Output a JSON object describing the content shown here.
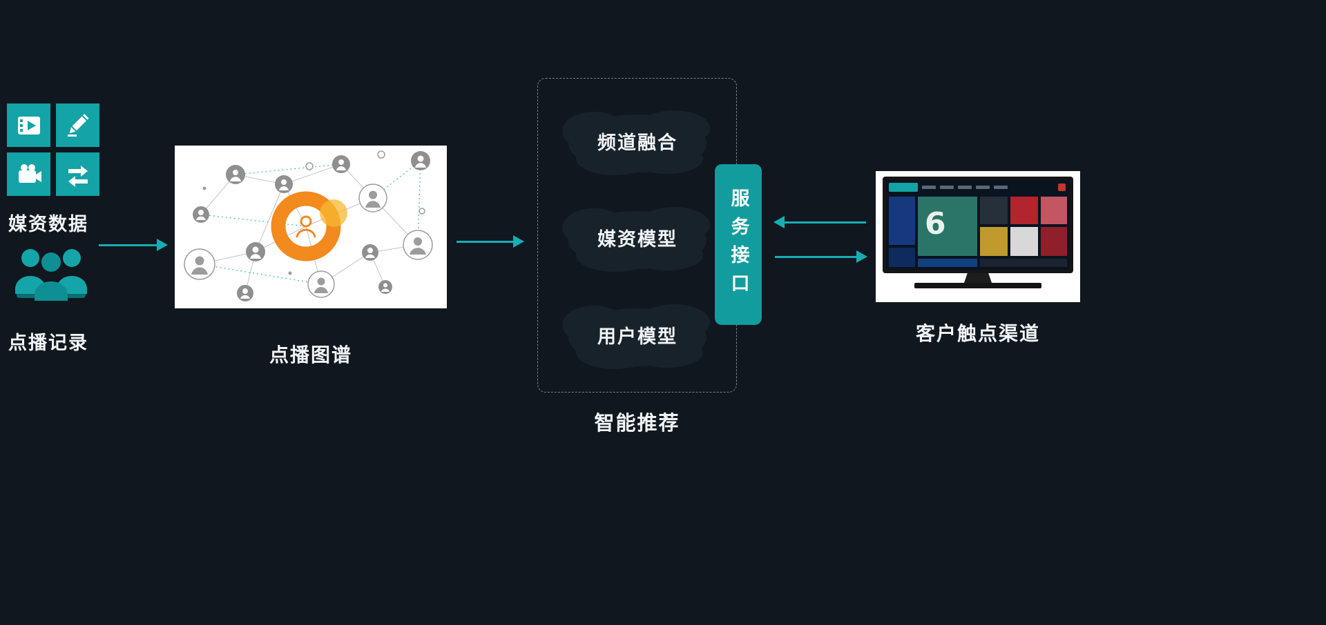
{
  "colors": {
    "background": "#10171e",
    "accent_teal": "#14a3a6",
    "arrow_teal": "#16aeb4",
    "graph_orange": "#f28a1d",
    "cloud_fill": "#18222b",
    "text": "#f2f5f7"
  },
  "left": {
    "media_label": "媒资数据",
    "vod_label": "点播记录",
    "icons": [
      "video-clip-icon",
      "edit-pencil-icon",
      "video-camera-icon",
      "transfer-arrows-icon",
      "audience-icon"
    ]
  },
  "graph": {
    "label": "点播图谱"
  },
  "recommend": {
    "label": "智能推荐",
    "clouds": [
      "频道融合",
      "媒资模型",
      "用户模型"
    ]
  },
  "service": {
    "label": "服务接口"
  },
  "tv": {
    "label": "客户触点渠道",
    "poster_text": "6"
  }
}
